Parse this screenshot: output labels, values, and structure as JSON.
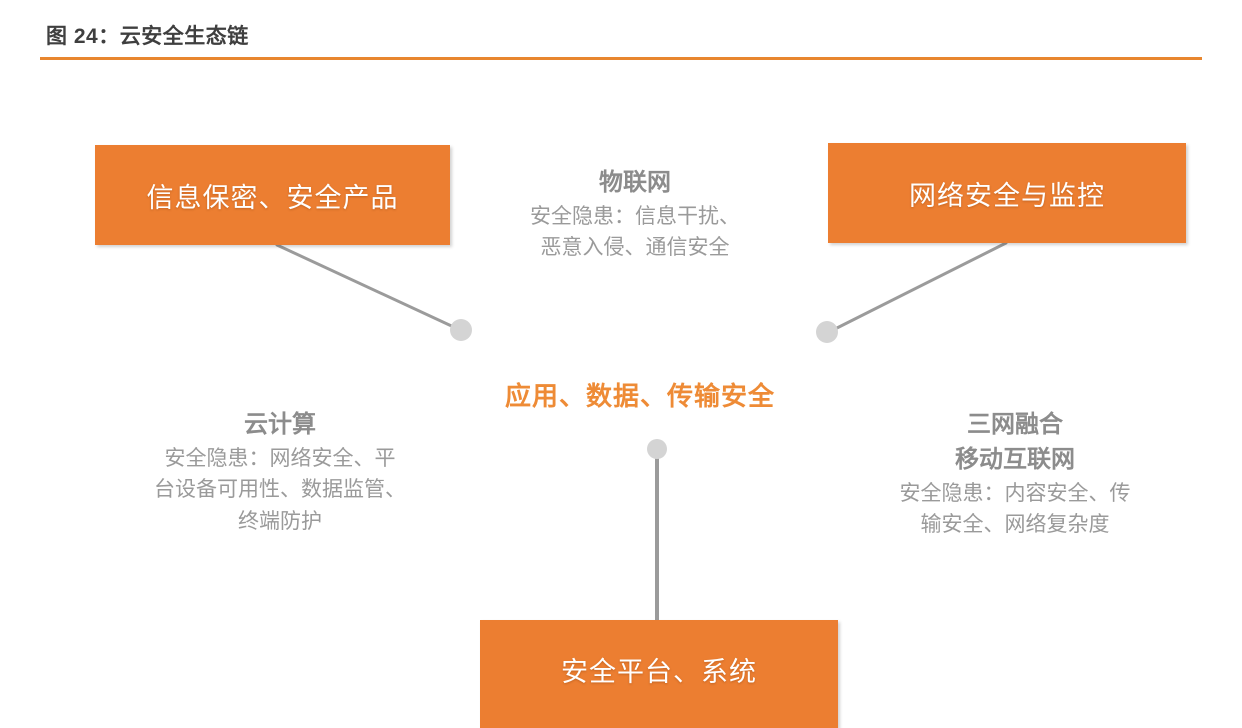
{
  "header": {
    "title": "图 24：云安全生态链",
    "rule_color": "#E8862E"
  },
  "theme": {
    "orange": "#EC7E31",
    "accent_text": "#EE8B36",
    "heading_gray": "#8c8c8c",
    "body_gray": "#9a9a9a",
    "connector_gray": "#9b9b9b",
    "node_dot": "#d4d4d4"
  },
  "diagram": {
    "center_label": "应用、数据、传输安全",
    "boxes": [
      {
        "name": "info-security",
        "label": "信息保密、安全产品"
      },
      {
        "name": "network-security",
        "label": "网络安全与监控"
      },
      {
        "name": "security-platform",
        "label": "安全平台、系统"
      }
    ],
    "clusters": [
      {
        "name": "iot",
        "title": "物联网",
        "body_lines": [
          "安全隐患：信息干扰、",
          "恶意入侵、通信安全"
        ]
      },
      {
        "name": "cloud-computing",
        "title": "云计算",
        "body_lines": [
          "安全隐患：网络安全、平",
          "台设备可用性、数据监管、",
          "终端防护"
        ]
      },
      {
        "name": "three-network-convergence",
        "title": "三网融合",
        "title2": "移动互联网",
        "body_lines": [
          "安全隐患：内容安全、传",
          "输安全、网络复杂度"
        ]
      }
    ]
  }
}
